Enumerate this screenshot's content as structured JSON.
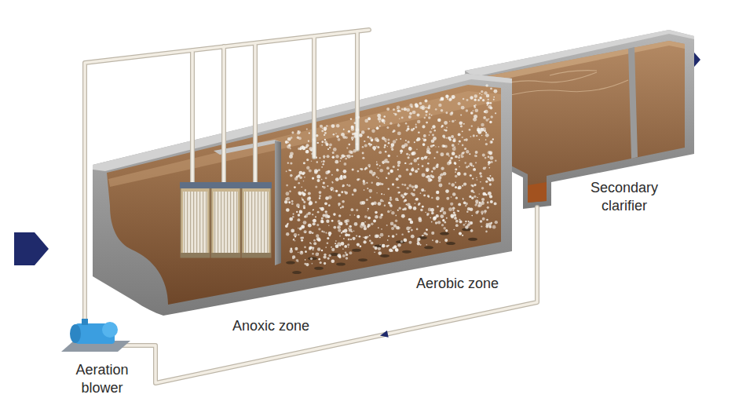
{
  "diagram": {
    "labels": [
      "Secondary clarifier",
      "Aerobic zone",
      "Anoxic zone",
      "Aeration blower"
    ]
  }
}
